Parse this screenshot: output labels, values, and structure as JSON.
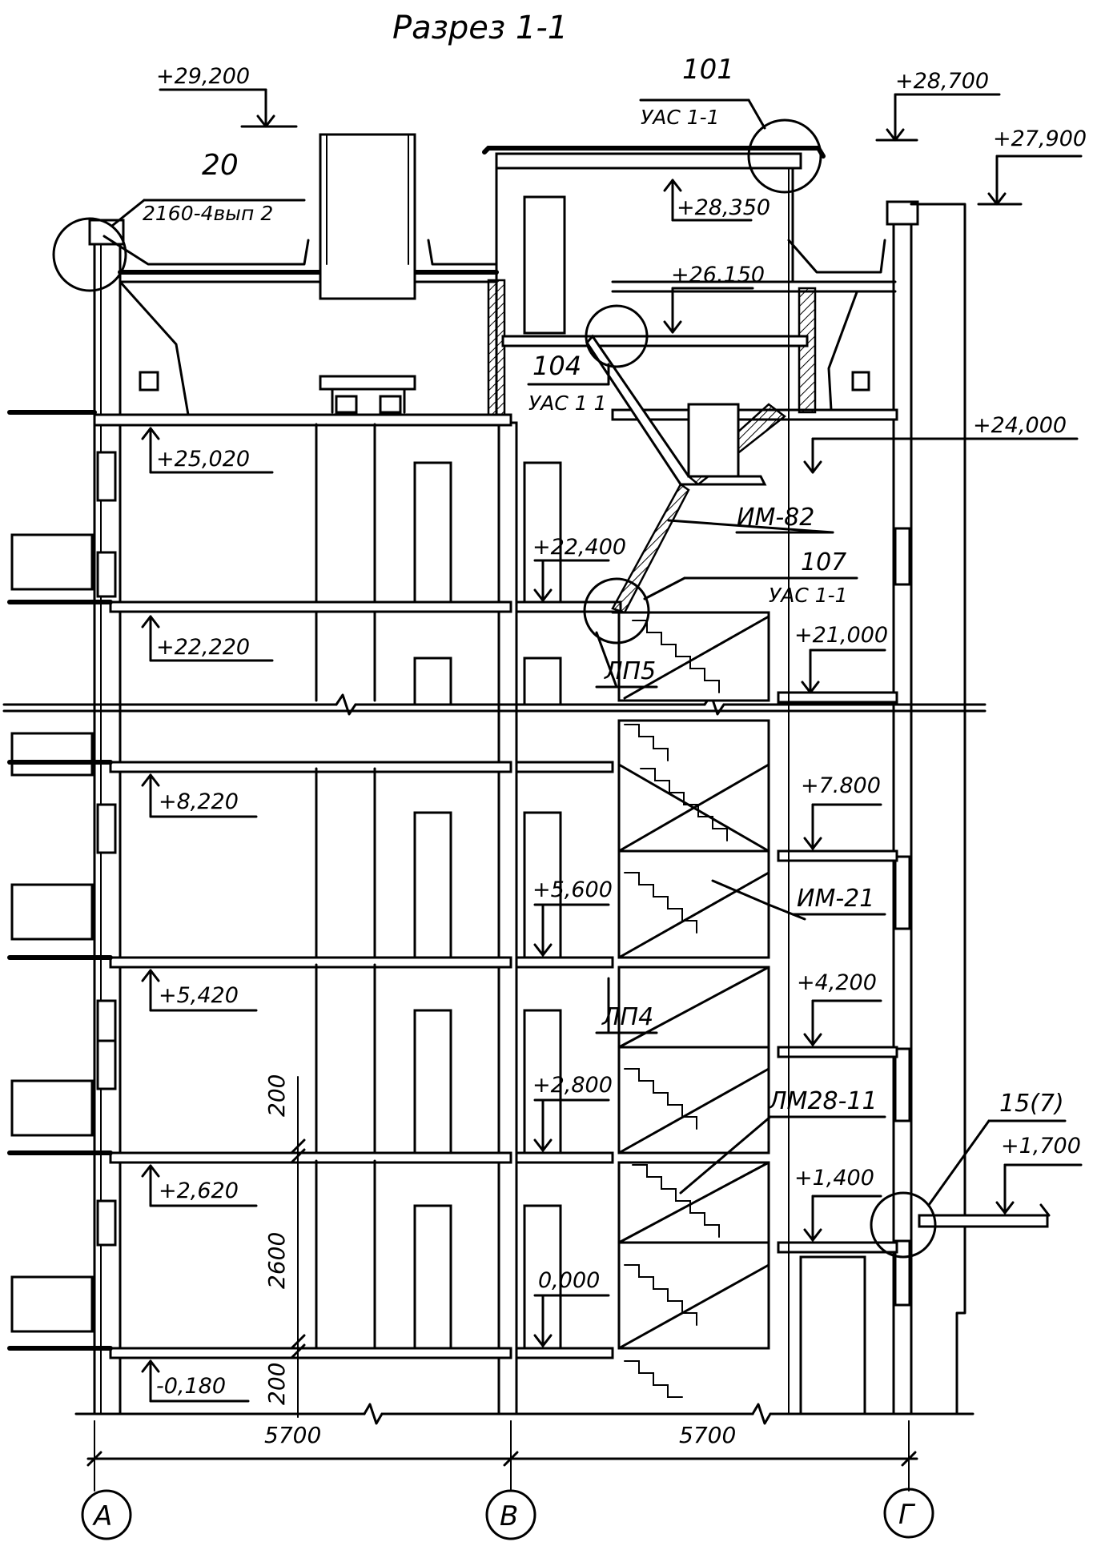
{
  "title": "Разрез 1-1",
  "levels": {
    "l29200": "+29,200",
    "l28700": "+28,700",
    "l27900": "+27,900",
    "l28350": "+28,350",
    "l26150": "+26.150",
    "l24000": "+24,000",
    "l25020": "+25,020",
    "l22400": "+22,400",
    "l22220": "+22,220",
    "l21000": "+21,000",
    "l8220": "+8,220",
    "l7800": "+7.800",
    "l5600": "+5,600",
    "l5420": "+5,420",
    "l4200": "+4,200",
    "l2800": "+2,800",
    "l2620": "+2,620",
    "l1400": "+1,400",
    "l1700": "+1,700",
    "l0000": "0,000",
    "lm0180": "-0,180"
  },
  "callouts": {
    "c20_num": "20",
    "c20_ref": "2160-4вып 2",
    "c101_num": "101",
    "c101_ref": "УАС 1-1",
    "c104_num": "104",
    "c104_ref": "УАС 1 1",
    "c107_num": "107",
    "c107_ref": "УАС 1-1",
    "c15_num": "15(7)"
  },
  "marks": {
    "im82": "ИМ-82",
    "lp5": "ЛП5",
    "im21": "ИМ-21",
    "lp4": "ЛП4",
    "lm28": "ЛМ28-11"
  },
  "dimensions": {
    "span1": "5700",
    "span2": "5700",
    "h_floor": "2600",
    "h_slab_top": "200",
    "h_slab_bottom": "200"
  },
  "axes": {
    "a": "А",
    "v": "В",
    "g": "Г"
  }
}
